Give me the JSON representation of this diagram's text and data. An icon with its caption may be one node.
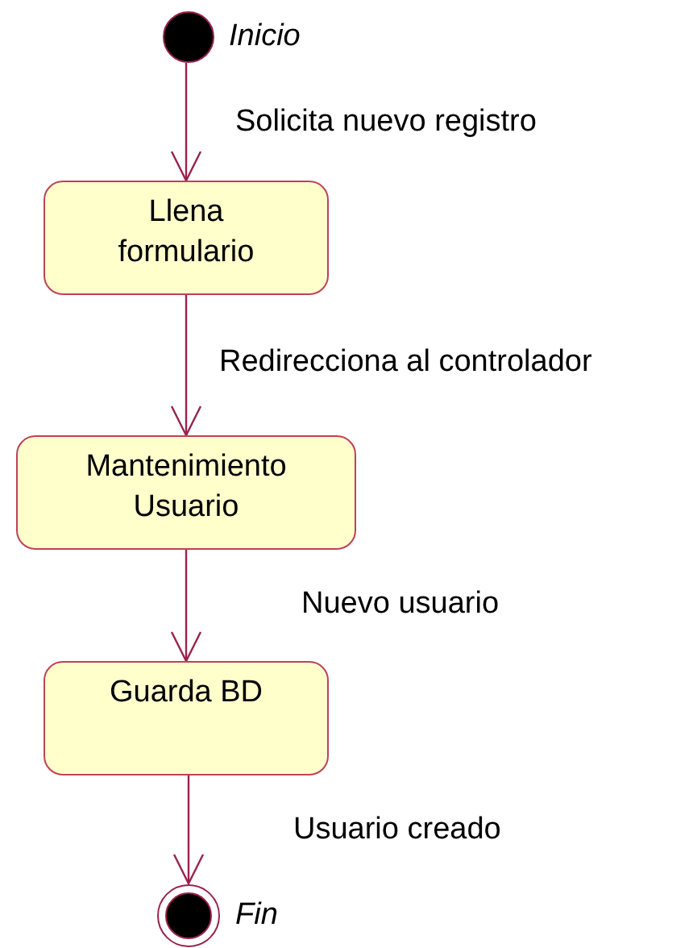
{
  "diagram": {
    "nodes": [
      {
        "text": [],
        "shape": "circle",
        "beside": [
          "Inicio"
        ]
      },
      {
        "text": [
          "Llena formulario"
        ]
      },
      {
        "text": [
          "Mantenimiento Usuario"
        ]
      },
      {
        "text": [
          "Guarda BD"
        ]
      },
      {
        "text": [],
        "shape": "circle",
        "beside": [
          "Fin"
        ]
      }
    ],
    "edges": [
      {
        "from": 0,
        "to": 1,
        "arrow": "to",
        "label": "Solicita nuevo registro"
      },
      {
        "from": 1,
        "to": 2,
        "arrow": "to",
        "label": "Redirecciona al controlador"
      },
      {
        "from": 2,
        "to": 3,
        "arrow": "to",
        "label": "Nuevo usuario"
      },
      {
        "from": 3,
        "to": 4,
        "arrow": "to",
        "label": "Usuario creado"
      }
    ]
  }
}
